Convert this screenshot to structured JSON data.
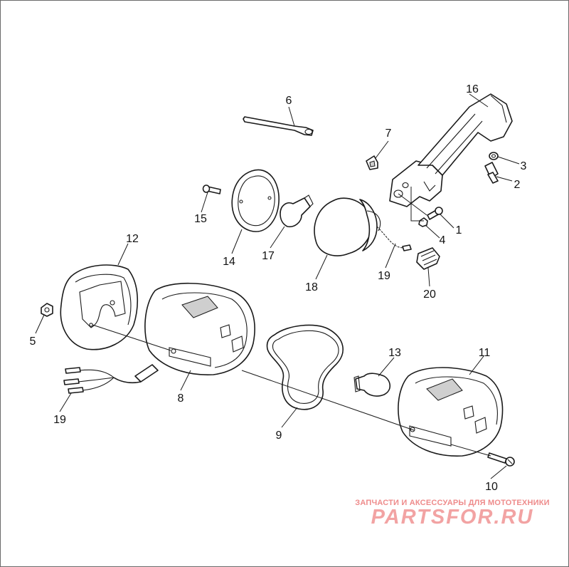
{
  "callouts": {
    "c1": "1",
    "c2": "2",
    "c3": "3",
    "c4": "4",
    "c5": "5",
    "c6": "6",
    "c7": "7",
    "c8": "8",
    "c9": "9",
    "c10": "10",
    "c11": "11",
    "c12": "12",
    "c13": "13",
    "c14": "14",
    "c15": "15",
    "c16": "16",
    "c17": "17",
    "c18": "18",
    "c19a": "19",
    "c19b": "19",
    "c20": "20"
  },
  "watermark": {
    "tagline": "ЗАПЧАСТИ И АКСЕССУАРЫ ДЛЯ МОТОТЕХНИКИ",
    "brand": "PARTSFOR.RU",
    "brand_color": "#f2a3a3",
    "tagline_color": "#ee8b8b"
  }
}
